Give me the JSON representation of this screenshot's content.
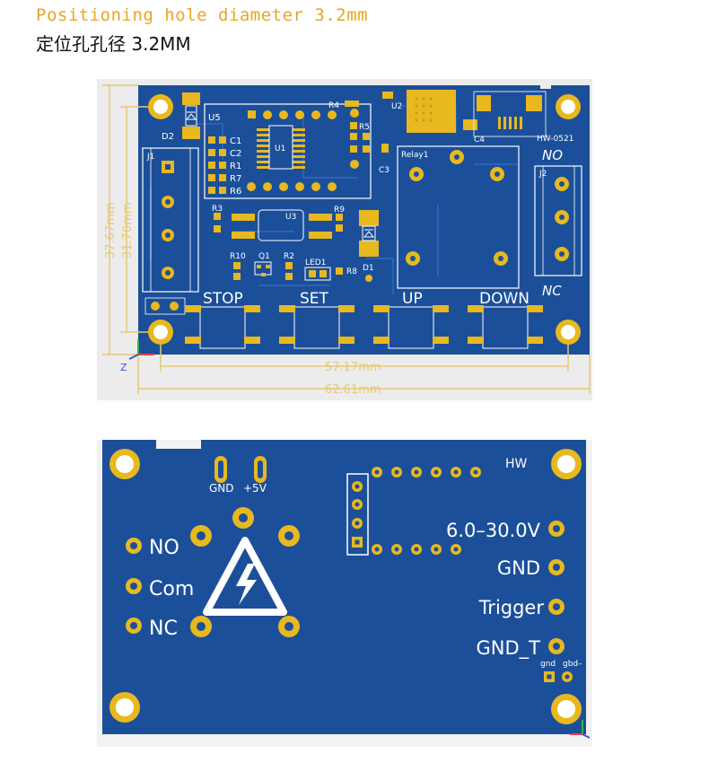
{
  "header": {
    "title_en": "Positioning hole diameter 3.2mm",
    "title_cn": "定位孔孔径 3.2MM"
  },
  "top_board": {
    "model": "HW-0521",
    "relay_label": "Relay1",
    "relay_no": "NO",
    "relay_nc": "NC",
    "connectors": {
      "j1": "J1",
      "j2": "J2"
    },
    "components": {
      "u5": "U5",
      "u1": "U1",
      "u2": "U2",
      "u3": "U3",
      "d1": "D1",
      "d2": "D2",
      "r1": "R1",
      "r2": "R2",
      "r3": "R3",
      "r4": "R4",
      "r5": "R5",
      "r6": "R6",
      "r7": "R7",
      "r8": "R8",
      "r9": "R9",
      "r10": "R10",
      "c1": "C1",
      "c2": "C2",
      "c3": "C3",
      "c4": "C4",
      "q1": "Q1",
      "led1": "LED1"
    },
    "buttons": {
      "stop": "STOP",
      "set": "SET",
      "up": "UP",
      "down": "DOWN"
    },
    "dimensions": {
      "height_outer": "37.67mm",
      "height_inner": "31.70mm",
      "width_inner": "57.17mm",
      "width_outer": "62.61mm"
    },
    "axis": {
      "z": "Z"
    }
  },
  "bottom_board": {
    "brand": "HW",
    "power_pins": {
      "gnd": "GND",
      "plus5v": "+5V"
    },
    "relay_terminals": {
      "no": "NO",
      "com": "Com",
      "nc": "NC"
    },
    "inputs": {
      "voltage": "6.0–30.0V",
      "gnd": "GND",
      "trigger": "Trigger",
      "gnd_t": "GND_T"
    },
    "small_pads": {
      "gnd": "gnd",
      "gbd": "gbd–"
    }
  },
  "colors": {
    "board_blue": "#1c4f99",
    "trace_blue": "#2860ad",
    "gold": "#e8b81f",
    "dimension": "#e6c878",
    "title_en": "#e9a528"
  }
}
